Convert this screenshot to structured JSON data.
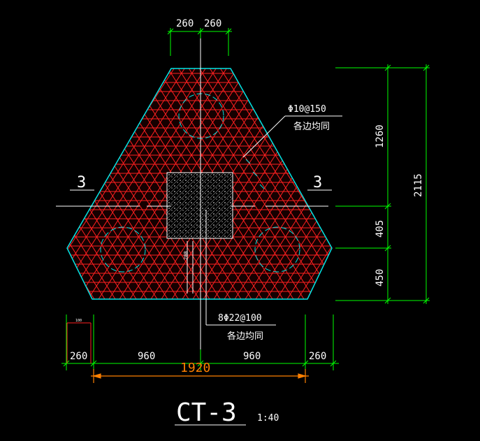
{
  "drawing": {
    "title": "CT-3",
    "scale": "1:40",
    "top_dims": [
      "260",
      "260"
    ],
    "right_dims": [
      "1260",
      "405",
      "450"
    ],
    "right_total": "2115",
    "bottom_dims": [
      "260",
      "960",
      "960",
      "260"
    ],
    "bottom_total": "1920",
    "section_mark_left": "3",
    "section_mark_right": "3",
    "rebar_note_top_line1": "Φ10@150",
    "rebar_note_top_line2": "各边均同",
    "rebar_note_bottom_line1": "8Φ22@100",
    "rebar_note_bottom_line2": "各边均同",
    "column_dim": "200",
    "small_dim_left": "100"
  },
  "colors": {
    "background": "#000000",
    "outline": "#00e5e5",
    "rebar": "#ff2020",
    "dimension": "#00ff00",
    "text": "#ffffff",
    "total_dim": "#ff8000"
  }
}
